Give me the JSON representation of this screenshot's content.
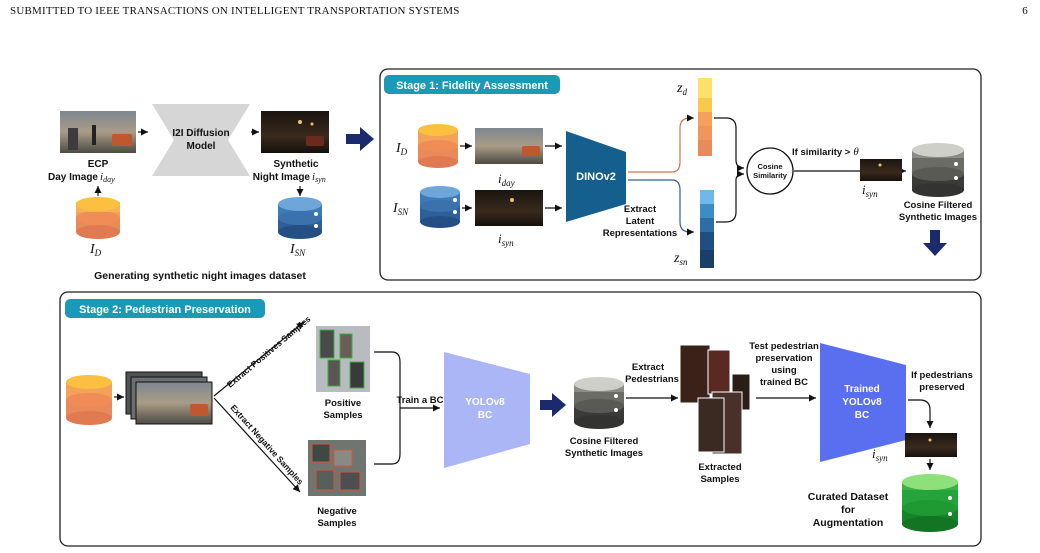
{
  "header": {
    "left": "SUBMITTED TO IEEE TRANSACTIONS ON INTELLIGENT TRANSPORTATION SYSTEMS",
    "page_number": "6"
  },
  "gen": {
    "caption": "Generating synthetic night images dataset",
    "ecp_line1": "ECP",
    "ecp_line2": "Day Image",
    "ecp_sym": "i",
    "ecp_sub": "day",
    "diffusion_line1": "I2I Diffusion",
    "diffusion_line2": "Model",
    "syn_line1": "Synthetic",
    "syn_line2": "Night Image",
    "syn_sym": "i",
    "syn_sub": "syn",
    "db_d_sym": "I",
    "db_d_sub": "D",
    "db_sn_sym": "I",
    "db_sn_sub": "SN"
  },
  "stage1": {
    "title": "Stage 1: Fidelity Assessment",
    "id_sym": "I",
    "id_sub": "D",
    "isn_sym": "I",
    "isn_sub": "SN",
    "iday_sym": "i",
    "iday_sub": "day",
    "isyn_sym": "i",
    "isyn_sub": "syn",
    "dino": "DINOv2",
    "extract1": "Extract",
    "extract2": "Latent",
    "extract3": "Representations",
    "zd_sym": "z",
    "zd_sub": "d",
    "zsn_sym": "z",
    "zsn_sub": "sn",
    "cos1": "Cosine",
    "cos2": "Similarity",
    "if_sim": "If similarity >",
    "theta": "θ",
    "out_sym": "i",
    "out_sub": "syn",
    "filtered1": "Cosine Filtered",
    "filtered2": "Synthetic Images"
  },
  "stage2": {
    "title": "Stage 2: Pedestrian Preservation",
    "extract_pos": "Extract Positives Samples",
    "extract_neg": "Extract Negative Samples",
    "pos1": "Positive",
    "pos2": "Samples",
    "neg1": "Negative",
    "neg2": "Samples",
    "train": "Train a BC",
    "yolo1": "YOLOv8",
    "yolo2": "BC",
    "cf1": "Cosine Filtered",
    "cf2": "Synthetic Images",
    "extract_ped1": "Extract",
    "extract_ped2": "Pedestrians",
    "extracted1": "Extracted",
    "extracted2": "Samples",
    "test1": "Test pedestrian",
    "test2": "preservation",
    "test3": "using",
    "test4": "trained BC",
    "trained1": "Trained",
    "trained2": "YOLOv8",
    "trained3": "BC",
    "if_ped1": "If pedestrians",
    "if_ped2": "preserved",
    "out_sym": "i",
    "out_sub": "syn",
    "curated1": "Curated Dataset",
    "curated2": "for",
    "curated3": "Augmentation"
  },
  "colors": {
    "orange_db": "#f4a259",
    "blue_db": "#3d7ab8",
    "gray_db": "#8c8c86",
    "green_db": "#3cb043",
    "dino": "#155f8f",
    "stage_tag": "#1a9ab8",
    "yolo_light": "#aab6f5",
    "yolo_trained": "#5a6ff0",
    "arrow_navy": "#1a2a6c"
  }
}
